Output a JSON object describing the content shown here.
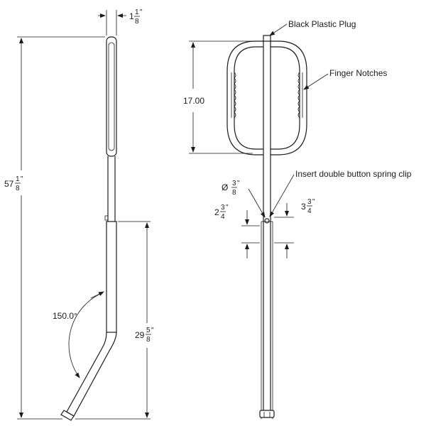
{
  "callouts": {
    "plug": "Black Plastic Plug",
    "notches": "Finger Notches",
    "clip": "Insert double button spring clip"
  },
  "dimensions": {
    "top_width": {
      "whole": "1",
      "num": "1",
      "den": "8",
      "unit": "\""
    },
    "overall_height": {
      "whole": "57",
      "num": "1",
      "den": "8",
      "unit": "\""
    },
    "lower_length": {
      "whole": "29",
      "num": "5",
      "den": "8",
      "unit": "\""
    },
    "bend_angle": "150.0°",
    "grip_height": "17.00",
    "hole_diameter": {
      "prefix": "Ø",
      "num": "3",
      "den": "8",
      "unit": "\""
    },
    "left_offset": {
      "whole": "2",
      "num": "3",
      "den": "4",
      "unit": "\""
    },
    "right_offset": {
      "whole": "3",
      "num": "3",
      "den": "4",
      "unit": "\""
    }
  }
}
